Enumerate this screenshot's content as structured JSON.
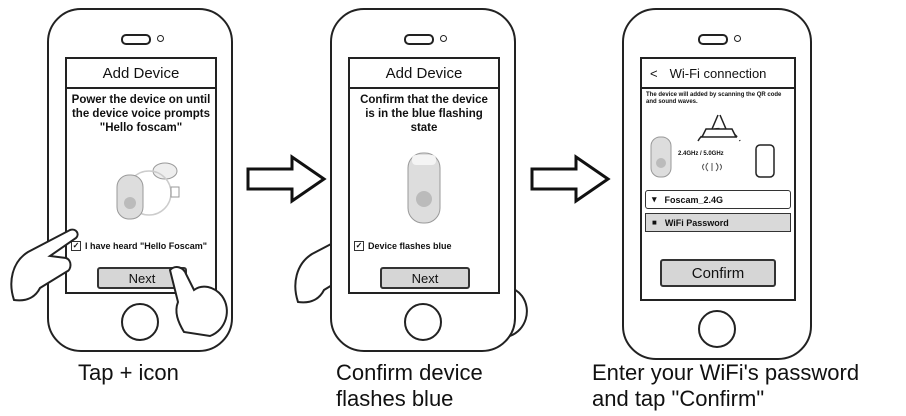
{
  "steps": [
    {
      "header": "Add Device",
      "prompt": "Power the device on until the device voice prompts \"Hello foscam\"",
      "checkbox_label": "I have heard \"Hello Foscam\"",
      "button_label": "Next",
      "caption": "Tap + icon"
    },
    {
      "header": "Add Device",
      "prompt": "Confirm that the device is in the blue flashing state",
      "checkbox_label": "Device flashes blue",
      "button_label": "Next",
      "caption": "Confirm device flashes blue"
    },
    {
      "header": "Wi-Fi connection",
      "back_glyph": "<",
      "note": "The device will added by scanning the QR code and sound waves.",
      "frequency_label": "2.4GHz / 5.0GHz",
      "network_name": "Foscam_2.4G",
      "password_placeholder": "WiFi Password",
      "button_label": "Confirm",
      "caption": "Enter your WiFi's password and tap \"Confirm\""
    }
  ],
  "icons": [
    "arrow-right-icon",
    "hand-pointer-icon",
    "camera-device-icon",
    "router-icon",
    "wifi-icon",
    "lock-icon",
    "phone-icon",
    "sound-wave-icon"
  ]
}
